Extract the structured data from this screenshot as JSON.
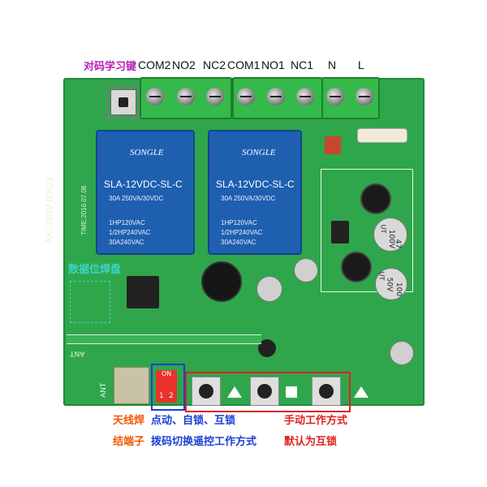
{
  "annotations": {
    "pairing_key": "对码学习键",
    "data_pad": "数据位焊盘",
    "antenna_solder": "天线焊",
    "terminal": "结端子",
    "modes": "点动、自锁、互锁",
    "dip_switch_note": "拨码切换遥控工作方式",
    "manual_mode": "手动工作方式",
    "default_mode": "默认为互锁"
  },
  "terminals": [
    "COM2",
    "NO2",
    "NC2",
    "COM1",
    "NO1",
    "NC1",
    "N",
    "L"
  ],
  "board": {
    "model_text": "AK-380V  RX03",
    "date_text": "TIME:2016.07.08",
    "ant_text": "ANT",
    "dip_on": "ON",
    "dip_1": "1",
    "dip_2": "2"
  },
  "relays": [
    {
      "brand": "SONGLE",
      "model": "SLA-12VDC-SL-C",
      "spec1": "30A 250VA/30VDC",
      "spec2": "1HP120VAC",
      "spec3": "1/2HP240VAC",
      "spec4": "30A240VAC"
    },
    {
      "brand": "SONGLE",
      "model": "SLA-12VDC-SL-C",
      "spec1": "30A 250VA/30VDC",
      "spec2": "1HP120VAC",
      "spec3": "1/2HP240VAC",
      "spec4": "30A240VAC"
    }
  ],
  "capacitors": {
    "c1_top": "47",
    "c1_bottom": "100V",
    "c1_ut": "UT",
    "c2_top": "100",
    "c2_bottom": "50V",
    "c2_ut": "UT"
  },
  "colors": {
    "pcb": "#2fa64b",
    "relay": "#1f5fb0",
    "red_box": "#e02020",
    "blue_box": "#1a3fd6",
    "cyan_box": "#3ad6c8"
  }
}
